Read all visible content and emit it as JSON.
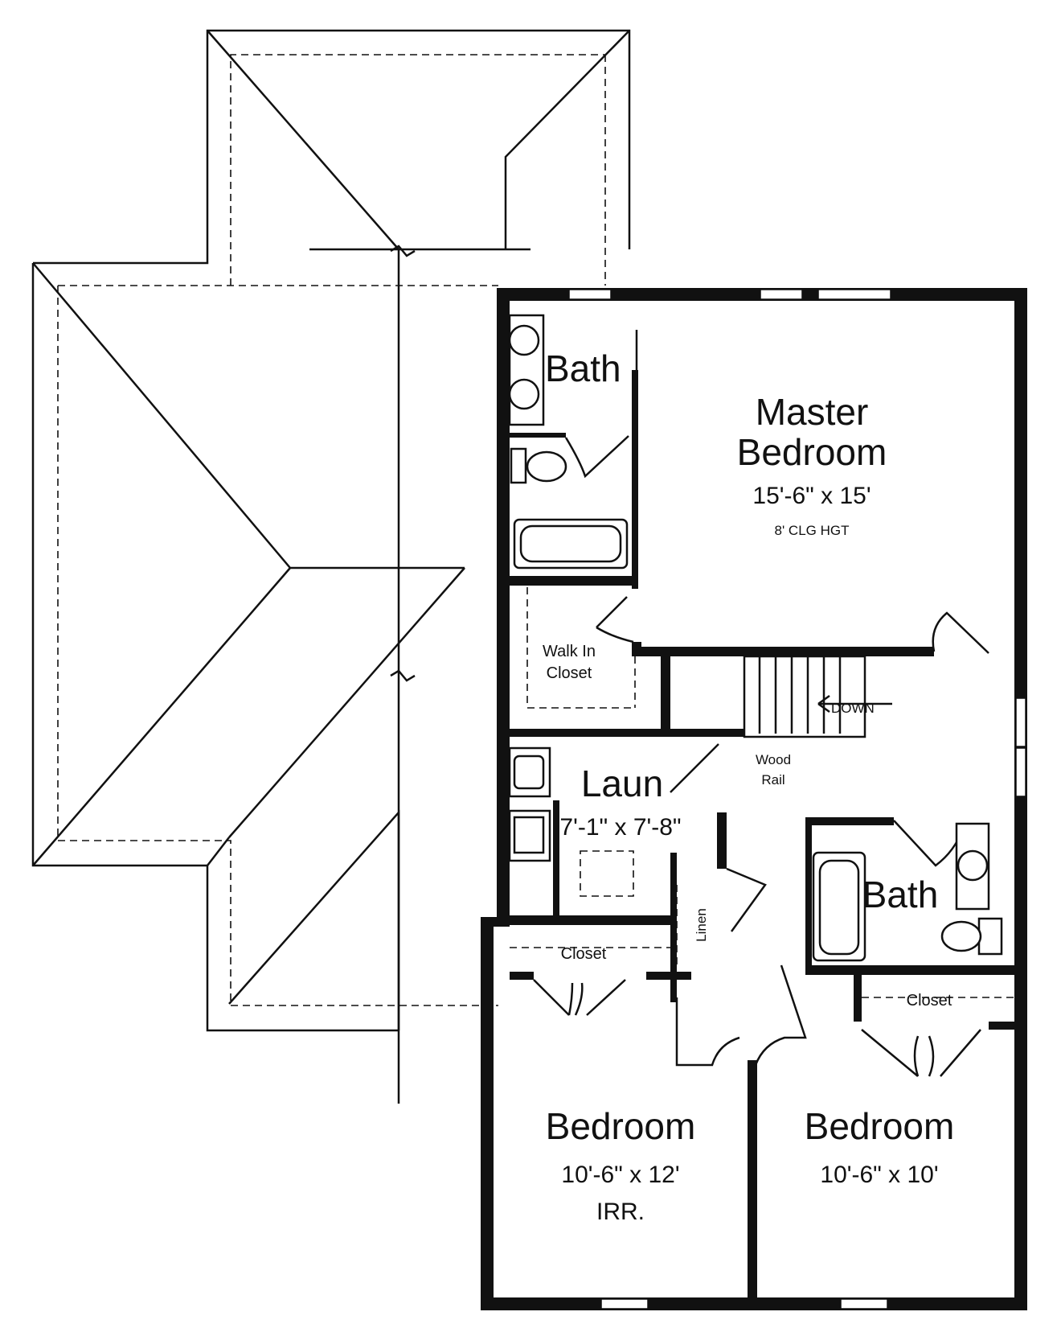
{
  "rooms": {
    "bath_master": {
      "name": "Bath"
    },
    "master": {
      "name_line1": "Master",
      "name_line2": "Bedroom",
      "size": "15'-6\" x 15'",
      "ceiling": "8' CLG HGT"
    },
    "walk_in": {
      "line1": "Walk In",
      "line2": "Closet"
    },
    "laundry": {
      "name": "Laun",
      "size": "7'-1\" x 7'-8\""
    },
    "wood_rail": {
      "line1": "Wood",
      "line2": "Rail"
    },
    "stairs": {
      "label": "DOWN"
    },
    "bath_hall": {
      "name": "Bath"
    },
    "linen": {
      "name": "Linen"
    },
    "closet_left": {
      "name": "Closet"
    },
    "closet_right": {
      "name": "Closet"
    },
    "bedroom_left": {
      "name": "Bedroom",
      "size": "10'-6\" x 12'",
      "note": "IRR."
    },
    "bedroom_right": {
      "name": "Bedroom",
      "size": "10'-6\" x 10'"
    }
  },
  "colors": {
    "line": "#111111",
    "background": "#ffffff"
  }
}
